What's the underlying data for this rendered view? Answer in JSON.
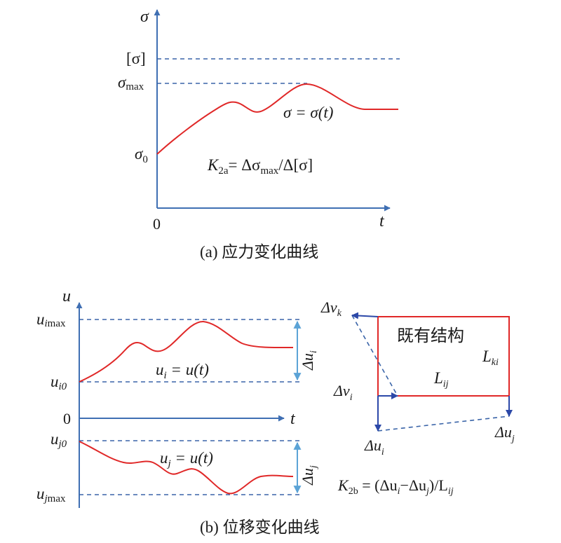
{
  "colors": {
    "axis": "#3f6fb3",
    "dash": "#3a64a8",
    "curve": "#e02828",
    "arrow_blue": "#2c48a8",
    "delta_arrow": "#5ba3d6",
    "rect": "#e02828",
    "text": "#1a1a1a"
  },
  "panel_a": {
    "y_axis_symbol": "σ",
    "x_axis_symbol": "t",
    "origin_label": "0",
    "level_allow": "[σ]",
    "level_max_base": "σ",
    "level_max_sub": "max",
    "level_zero_base": "σ",
    "level_zero_sub": "0",
    "curve_label": "σ = σ(t)",
    "formula": {
      "lhs": "K",
      "lhs_sub": "2a",
      "eq": "= Δσ",
      "sub": "max",
      "rest": "/Δ[σ]"
    },
    "caption": "(a) 应力变化曲线"
  },
  "panel_b": {
    "y_axis_symbol": "u",
    "x_axis_symbol": "t",
    "origin_label": "0",
    "u_imax_base": "u",
    "u_imax_sub": "i",
    "u_imax_sub2": "max",
    "u_i0_base": "u",
    "u_i0_sub": "i0",
    "u_j0_base": "u",
    "u_j0_sub": "j0",
    "u_jmax_base": "u",
    "u_jmax_sub": "j",
    "u_jmax_sub2": "max",
    "curve_i_label": {
      "a": "u",
      "sub": "i",
      "b": " = u(t)"
    },
    "curve_j_label": {
      "a": "u",
      "sub": "j",
      "b": " = u(t)"
    },
    "delta_ui": {
      "d": "Δu",
      "sub": "i"
    },
    "delta_uj": {
      "d": "Δu",
      "sub": "j"
    },
    "structure": {
      "title": "既有结构",
      "L_ij": {
        "b": "L",
        "sub": "ij"
      },
      "L_ki": {
        "b": "L",
        "sub": "ki"
      },
      "dvk": {
        "d": "Δv",
        "sub": "k"
      },
      "dvi": {
        "d": "Δv",
        "sub": "i"
      },
      "dui": {
        "d": "Δu",
        "sub": "i"
      },
      "duj": {
        "d": "Δu",
        "sub": "j"
      }
    },
    "formula": {
      "lhs": "K",
      "lhs_sub": "2b",
      "eq": " = (Δu",
      "s1": "i",
      "mid": "−Δu",
      "s2": "j",
      "end": ")/L",
      "s3": "ij"
    },
    "caption": "(b) 位移变化曲线"
  }
}
